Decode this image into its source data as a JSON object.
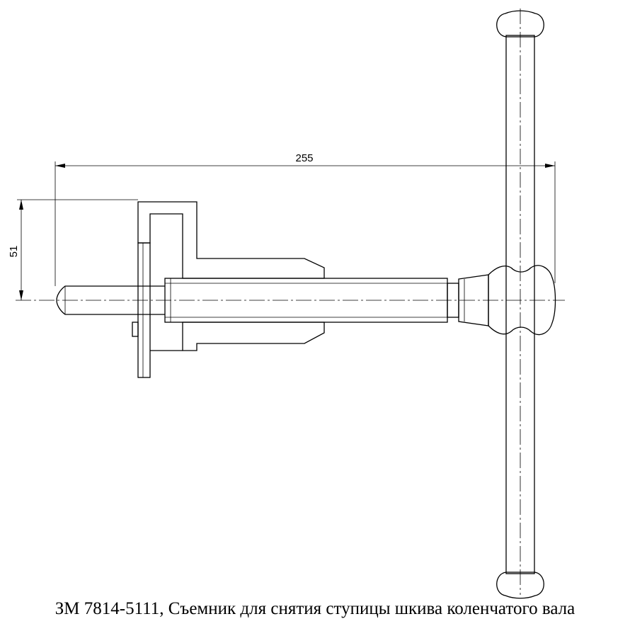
{
  "dimensions": {
    "length": "255",
    "height": "51"
  },
  "caption": "ЗМ 7814-5111, Съемник для снятия ступицы шкива коленчатого вала"
}
